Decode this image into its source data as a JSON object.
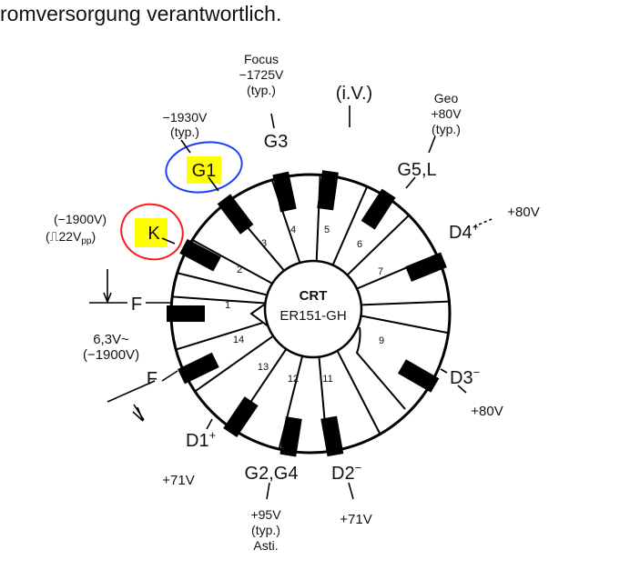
{
  "header_text": "romversorgung verantwortlich.",
  "crt": {
    "title": "CRT",
    "model": "ER151-GH"
  },
  "pins": [
    {
      "number": "1"
    },
    {
      "number": "2"
    },
    {
      "number": "3"
    },
    {
      "number": "4"
    },
    {
      "number": "5"
    },
    {
      "number": "6"
    },
    {
      "number": "7"
    },
    {
      "number": "9"
    },
    {
      "number": "11"
    },
    {
      "number": "12"
    },
    {
      "number": "13"
    },
    {
      "number": "14"
    }
  ],
  "labels": {
    "f_top": "F",
    "f_bottom": "F",
    "filament_voltage_1": "6,3V~",
    "filament_voltage_2": "(−1900V)",
    "k": "K",
    "k_voltage_1": "(−1900V)",
    "k_voltage_2": "(⎍22V",
    "k_voltage_sub": "pp",
    "k_voltage_3": ")",
    "g1": "G1",
    "g1_voltage_1": "−1930V",
    "g1_voltage_2": "(typ.)",
    "g3": "G3",
    "focus_1": "Focus",
    "focus_2": "−1725V",
    "focus_3": "(typ.)",
    "iv": "(i.V.)",
    "g5l": "G5,L",
    "geo_1": "Geo",
    "geo_2": "+80V",
    "geo_3": "(typ.)",
    "d4": "D4",
    "d4_sup": "+",
    "d4_voltage": "+80V",
    "d3": "D3",
    "d3_sup": "−",
    "d3_voltage": "+80V",
    "d2": "D2",
    "d2_sup": "−",
    "d2_voltage": "+71V",
    "g2g4": "G2,G4",
    "g2g4_voltage_1": "+95V",
    "g2g4_voltage_2": "(typ.)",
    "g2g4_voltage_3": "Asti.",
    "d1": "D1",
    "d1_sup": "+",
    "d1_voltage": "+71V"
  },
  "highlights": {
    "color": "#ffff00",
    "g1_circle": "#1a3cff",
    "k_circle": "#ff1a1a"
  }
}
